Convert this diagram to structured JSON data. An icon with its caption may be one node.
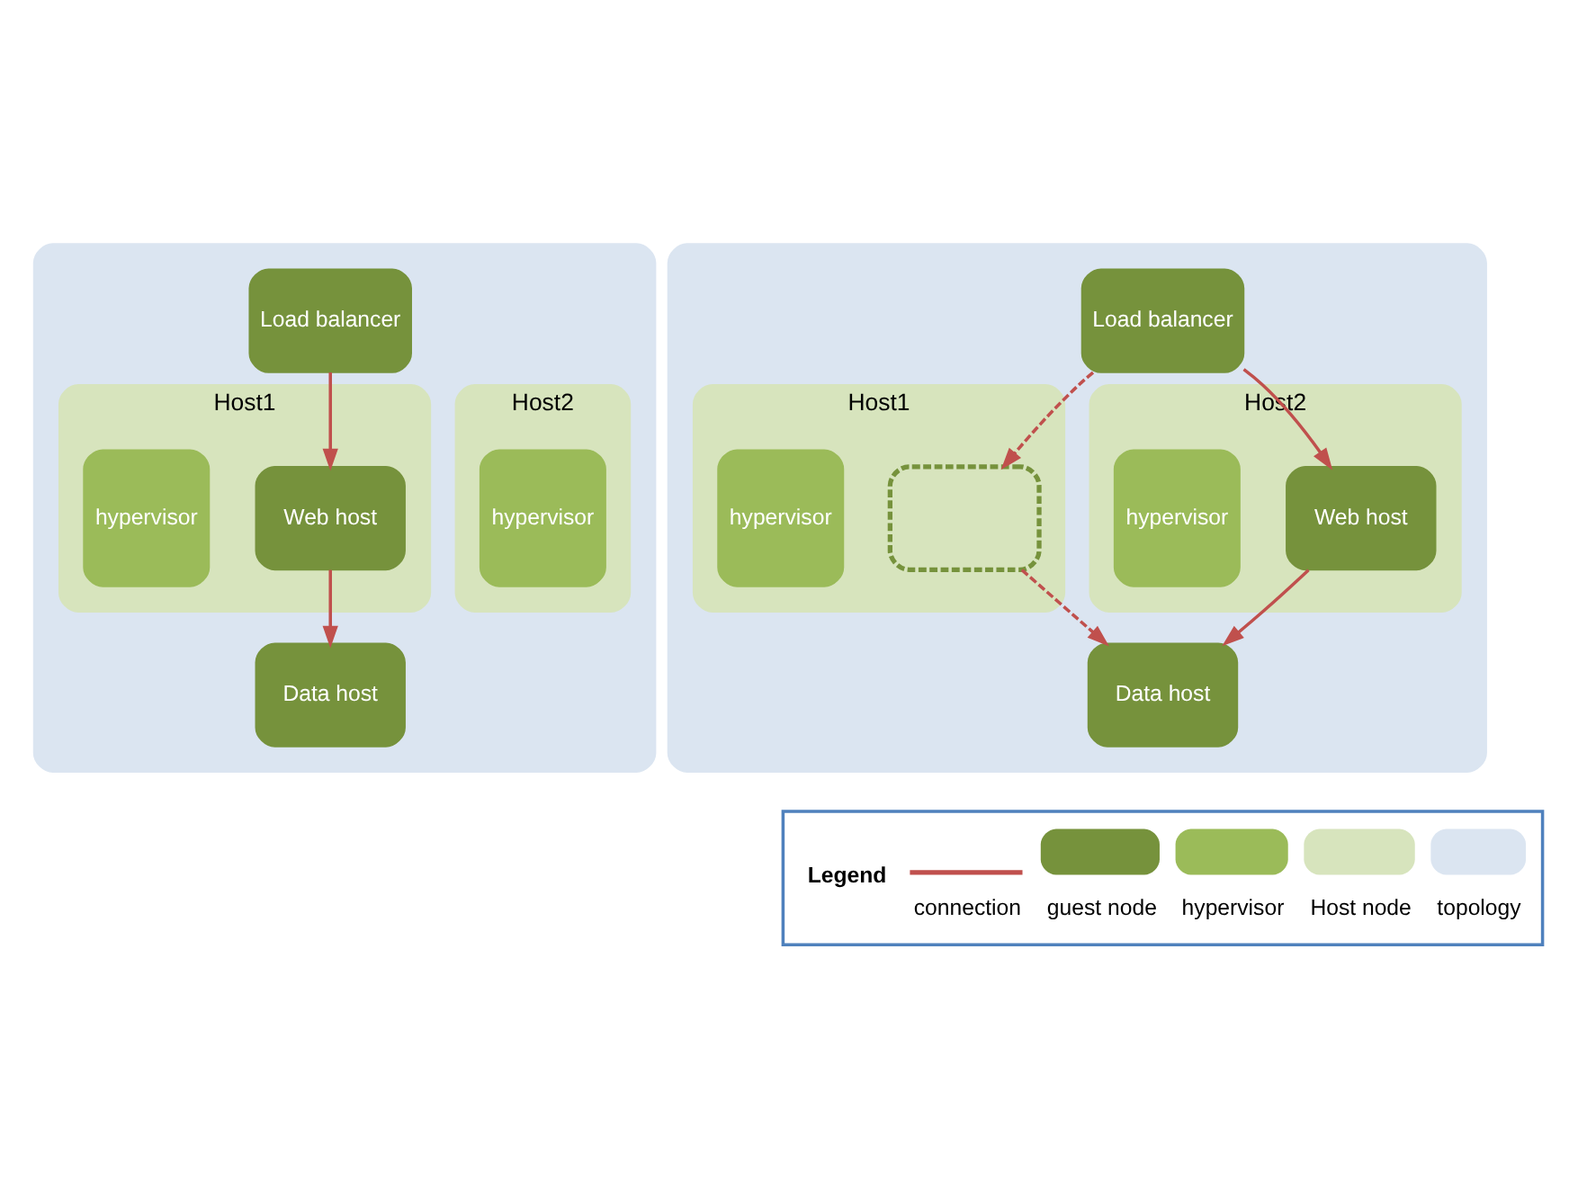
{
  "diagram": {
    "nodes": [
      {
        "text": [],
        "shape": "box"
      },
      {
        "text": [
          "Load balancer"
        ],
        "in": 0
      },
      {
        "text": [
          "Host1"
        ],
        "in": 0
      },
      {
        "text": [
          "hypervisor"
        ],
        "in": 2
      },
      {
        "text": [
          "Web host"
        ],
        "in": 2
      },
      {
        "text": [
          "Host2"
        ],
        "in": 0
      },
      {
        "text": [
          "hypervisor"
        ],
        "in": 5
      },
      {
        "text": [
          "Data host"
        ],
        "in": 0
      },
      {
        "text": [],
        "shape": "box"
      },
      {
        "text": [
          "Load balancer"
        ],
        "in": 8
      },
      {
        "text": [
          "Host1"
        ],
        "in": 8
      },
      {
        "text": [
          "hypervisor"
        ],
        "in": 10
      },
      {
        "text": [],
        "shape": "box",
        "in": 10
      },
      {
        "text": [
          "Host2"
        ],
        "in": 8
      },
      {
        "text": [
          "hypervisor"
        ],
        "in": 13
      },
      {
        "text": [
          "Web host"
        ],
        "in": 13
      },
      {
        "text": [
          "Data host"
        ],
        "in": 8
      }
    ],
    "edges": [
      {
        "from": 1,
        "to": 4,
        "arrow": "to"
      },
      {
        "from": 4,
        "to": 7,
        "arrow": "to"
      },
      {
        "from": 9,
        "to": 12,
        "arrow": "to",
        "style": "dashed"
      },
      {
        "from": 12,
        "to": 16,
        "arrow": "to",
        "style": "dashed"
      },
      {
        "from": 9,
        "to": 15,
        "arrow": "to"
      },
      {
        "from": 15,
        "to": 16,
        "arrow": "to"
      }
    ],
    "labels": [
      "Legend"
    ],
    "legend": [
      {
        "text": "connection"
      },
      {
        "text": "guest node",
        "color": "#76923c"
      },
      {
        "text": "hypervisor",
        "color": "#9bbb59"
      },
      {
        "text": "Host node",
        "color": "#d7e4bd"
      },
      {
        "text": "topology",
        "color": "#dbe5f1"
      }
    ]
  }
}
